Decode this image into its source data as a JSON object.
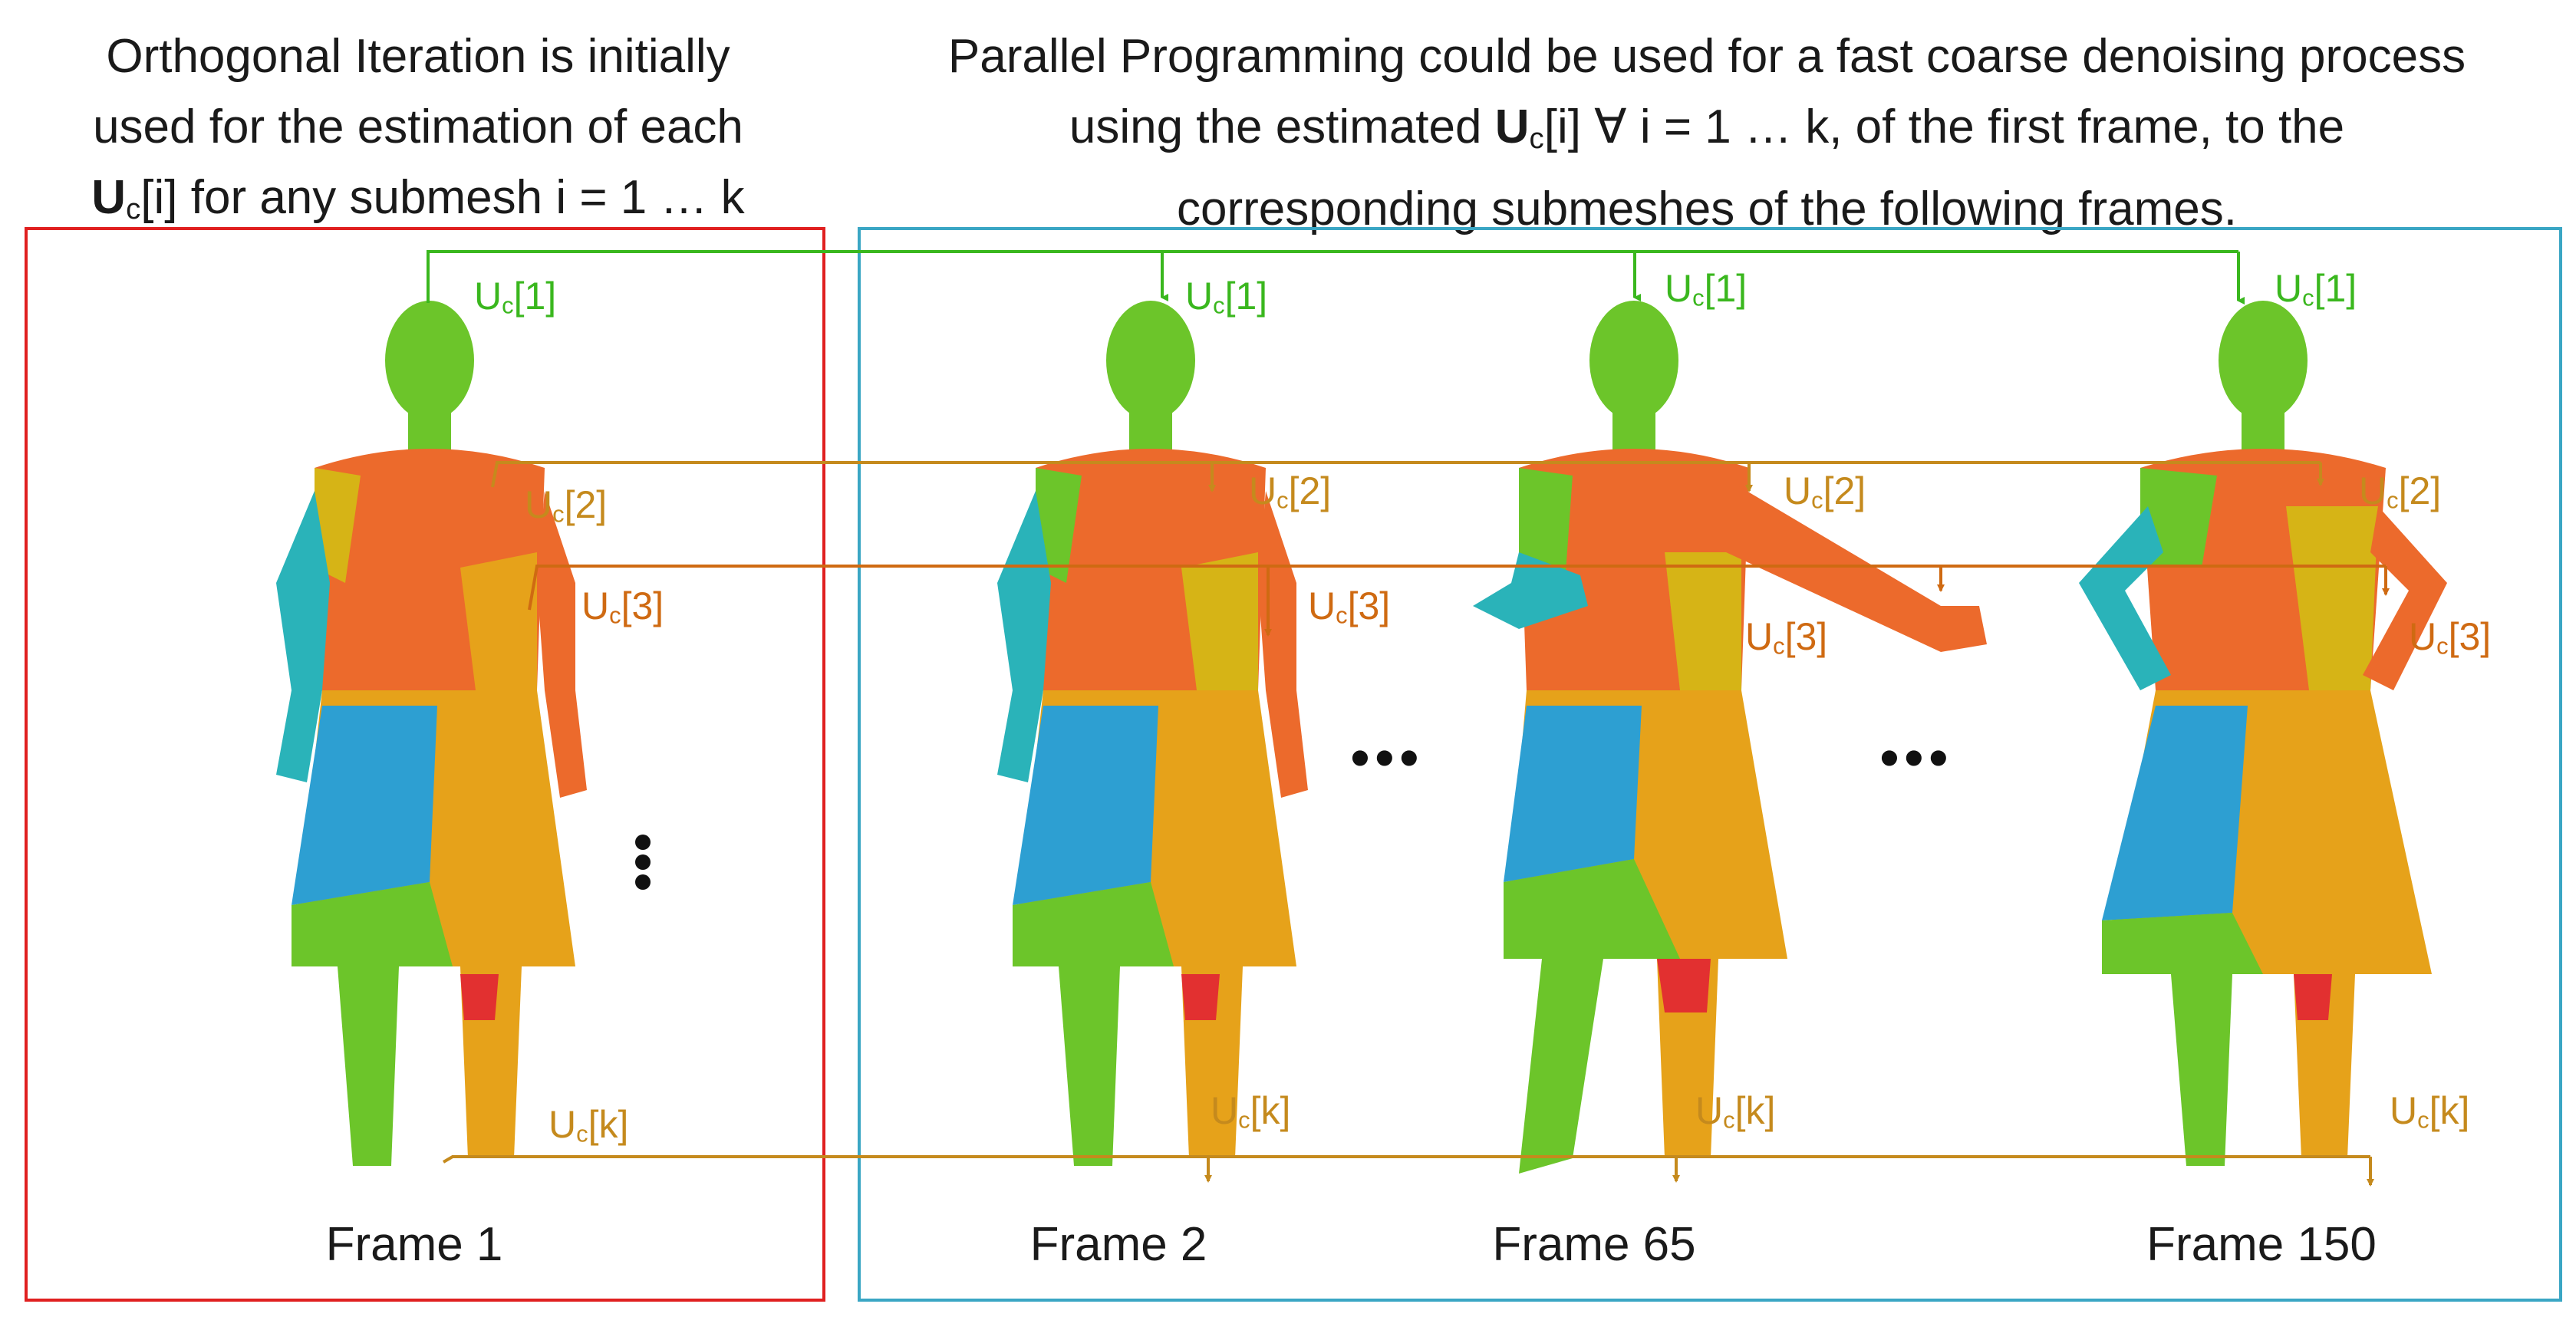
{
  "captions": {
    "left": {
      "line1": "Orthogonal Iteration is initially",
      "line2": "used for the estimation of each",
      "line3_bold": "U",
      "line3_sub": "c",
      "line3_rest": "[i] for any submesh i = 1 … k"
    },
    "right": {
      "line1": "Parallel Programming could be used for a fast coarse denoising process",
      "line2_pre": "using the estimated ",
      "line2_bold": "U",
      "line2_sub": "c",
      "line2_rest": "[i] ∀ i = 1 … k, of the first frame, to the",
      "line3": "corresponding submeshes of the following frames."
    }
  },
  "labels": {
    "U": "U",
    "sub": "c",
    "idx1": "[1]",
    "idx2": "[2]",
    "idx3": "[3]",
    "idxk": "[k]"
  },
  "frames": [
    "Frame 1",
    "Frame 2",
    "Frame 65",
    "Frame 150"
  ],
  "ellipsis": "•••",
  "colors": {
    "green_line": "#3ab71e",
    "gold_line": "#c58a1d",
    "orange_line": "#cf6a12",
    "left_box": "#e02020",
    "right_box": "#3aa6c4",
    "mesh_green": "#6cc52a",
    "mesh_orange": "#ec6a2c",
    "mesh_yellow": "#d6b416",
    "mesh_cyan": "#2ab3b9",
    "mesh_blue": "#2d9fd2",
    "mesh_red": "#e23030",
    "mesh_amber": "#e6a21a"
  }
}
